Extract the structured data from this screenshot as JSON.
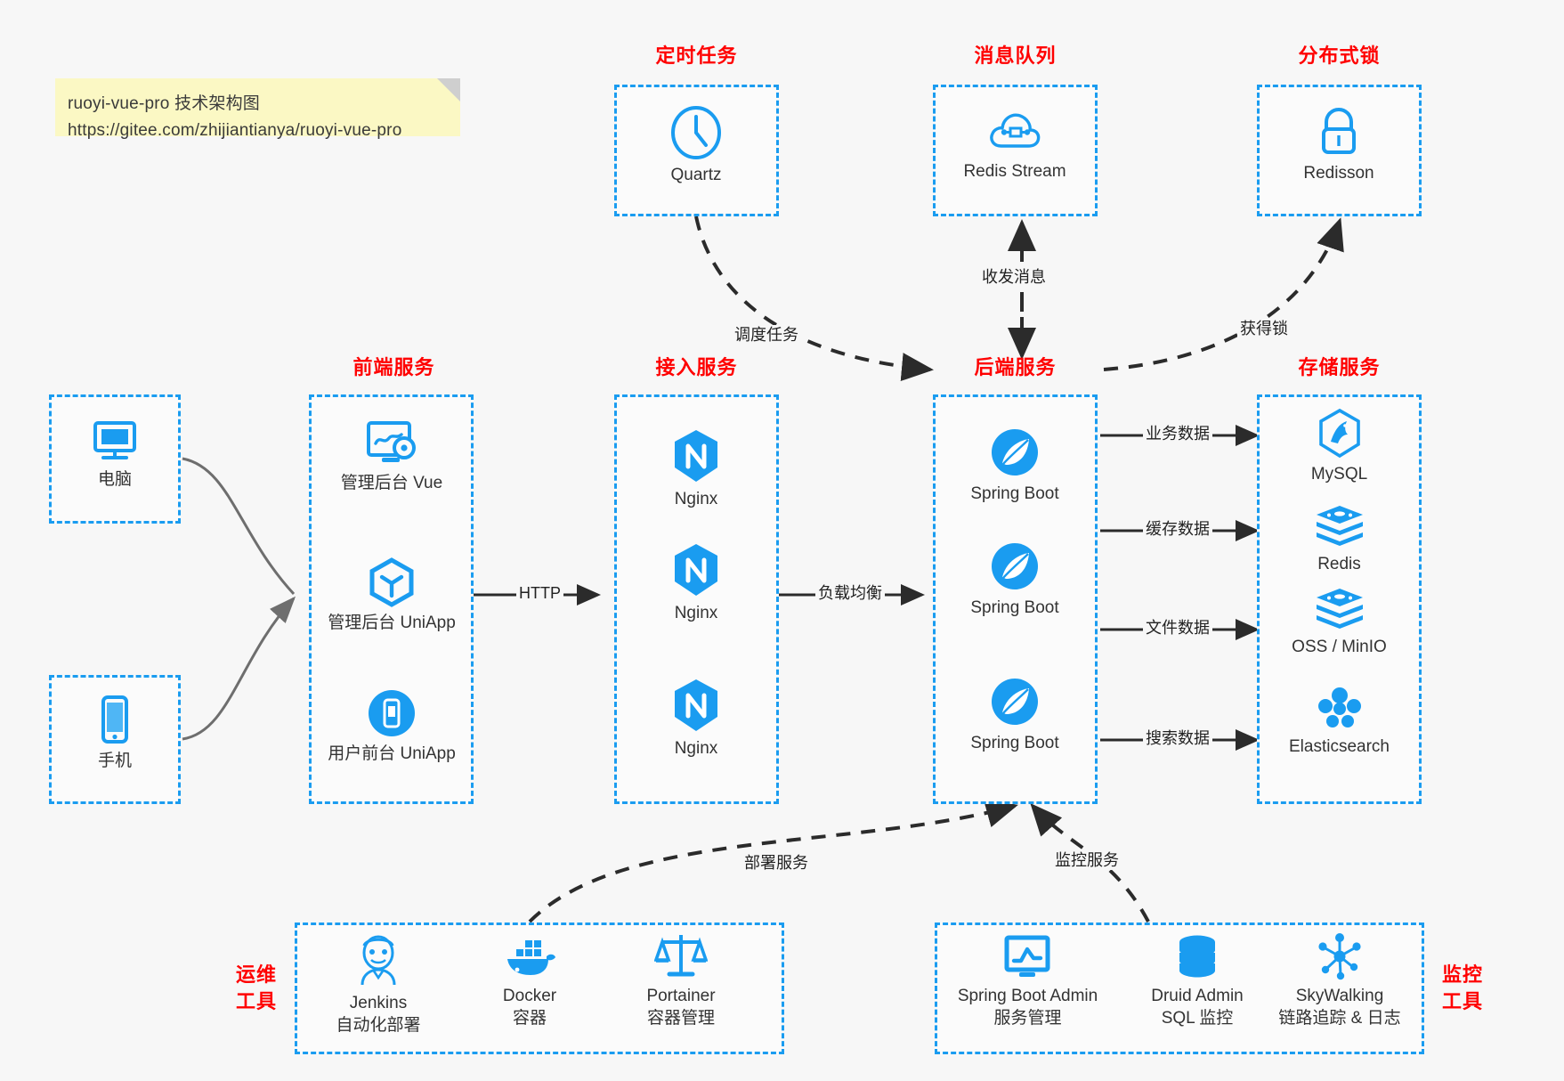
{
  "note": {
    "line1": "ruoyi-vue-pro 技术架构图",
    "line2": "https://gitee.com/zhijiantianya/ruoyi-vue-pro"
  },
  "groups": {
    "scheduler": {
      "title": "定时任务"
    },
    "mq": {
      "title": "消息队列"
    },
    "lock": {
      "title": "分布式锁"
    },
    "frontend": {
      "title": "前端服务"
    },
    "gateway": {
      "title": "接入服务"
    },
    "backend": {
      "title": "后端服务"
    },
    "storage": {
      "title": "存储服务"
    },
    "devops": {
      "title": "运维\n工具",
      "title_l1": "运维",
      "title_l2": "工具"
    },
    "monitor": {
      "title": "监控\n工具",
      "title_l1": "监控",
      "title_l2": "工具"
    }
  },
  "nodes": {
    "quartz": {
      "label": "Quartz",
      "icon": "clock-icon"
    },
    "redis_stream": {
      "label": "Redis Stream",
      "icon": "cloud-stream-icon"
    },
    "redisson": {
      "label": "Redisson",
      "icon": "lock-icon"
    },
    "pc": {
      "label": "电脑",
      "icon": "desktop-icon"
    },
    "phone": {
      "label": "手机",
      "icon": "mobile-icon"
    },
    "admin_vue": {
      "label": "管理后台 Vue",
      "icon": "dashboard-icon"
    },
    "admin_uniapp": {
      "label": "管理后台 UniApp",
      "icon": "cube-icon"
    },
    "user_uniapp": {
      "label": "用户前台 UniApp",
      "icon": "phone-app-icon"
    },
    "nginx1": {
      "label": "Nginx",
      "icon": "nginx-icon"
    },
    "nginx2": {
      "label": "Nginx",
      "icon": "nginx-icon"
    },
    "nginx3": {
      "label": "Nginx",
      "icon": "nginx-icon"
    },
    "boot1": {
      "label": "Spring Boot",
      "icon": "spring-boot-icon"
    },
    "boot2": {
      "label": "Spring Boot",
      "icon": "spring-boot-icon"
    },
    "boot3": {
      "label": "Spring Boot",
      "icon": "spring-boot-icon"
    },
    "mysql": {
      "label": "MySQL",
      "icon": "mysql-icon"
    },
    "redis": {
      "label": "Redis",
      "icon": "redis-icon"
    },
    "oss": {
      "label": "OSS / MinIO",
      "icon": "redis-stack-icon"
    },
    "es": {
      "label": "Elasticsearch",
      "icon": "elasticsearch-icon"
    },
    "jenkins": {
      "label": "Jenkins",
      "sublabel": "自动化部署",
      "icon": "jenkins-icon"
    },
    "docker": {
      "label": "Docker",
      "sublabel": "容器",
      "icon": "docker-icon"
    },
    "portainer": {
      "label": "Portainer",
      "sublabel": "容器管理",
      "icon": "scales-icon"
    },
    "sba": {
      "label": "Spring Boot Admin",
      "sublabel": "服务管理",
      "icon": "monitor-chart-icon"
    },
    "druid": {
      "label": "Druid Admin",
      "sublabel": "SQL 监控",
      "icon": "database-icon"
    },
    "skywalking": {
      "label": "SkyWalking",
      "sublabel": "链路追踪 & 日志",
      "icon": "skywalking-icon"
    }
  },
  "edges": {
    "schedule_task": "调度任务",
    "send_receive_msg": "收发消息",
    "acquire_lock": "获得锁",
    "http": "HTTP",
    "load_balance": "负载均衡",
    "business_data": "业务数据",
    "cache_data": "缓存数据",
    "file_data": "文件数据",
    "search_data": "搜索数据",
    "deploy_service": "部署服务",
    "monitor_service": "监控服务"
  },
  "colors": {
    "accent_blue": "#1a9cf0",
    "title_red": "#ff0000",
    "note_yellow": "#fbf8c4",
    "arrow_gray": "#3a3a3a",
    "background": "#f7f7f7"
  }
}
